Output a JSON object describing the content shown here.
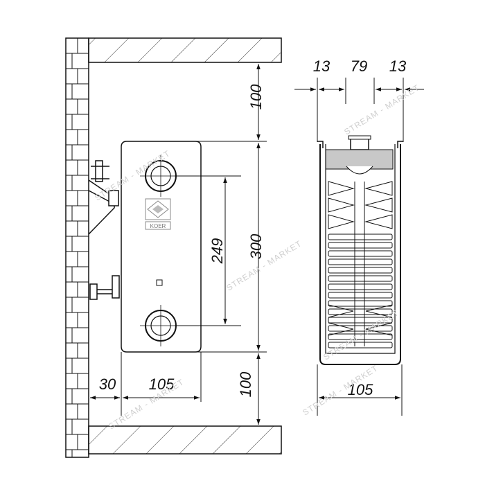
{
  "side_view": {
    "top_clearance": "100",
    "height_total": "300",
    "pipe_spacing": "249",
    "bottom_clearance": "100",
    "wall_offset": "30",
    "depth": "105",
    "logo_text": "KOER"
  },
  "section_view": {
    "left_fin": "13",
    "core": "79",
    "right_fin": "13",
    "depth": "105"
  },
  "watermark": "STREAM - MARKET"
}
